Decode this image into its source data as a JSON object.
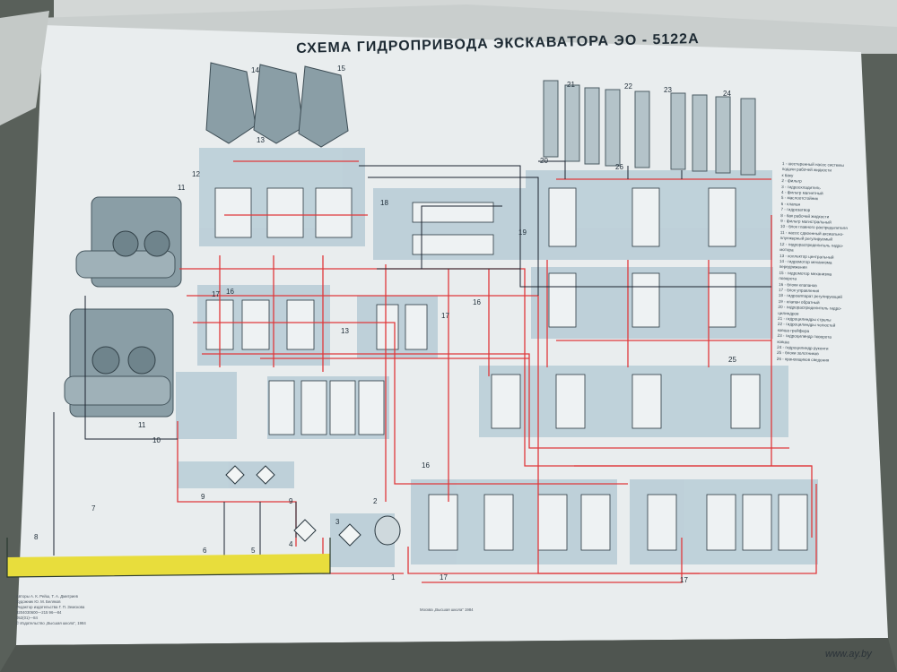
{
  "title": "СХЕМА ГИДРОПРИВОДА ЭКСКАВАТОРА ЭО - 5122А",
  "legend": [
    "1 - шестеренный насос системы",
    "подачи рабочей жидкости",
    "к баку",
    "2 - фильтр",
    "3 - гидроохладитель",
    "4 - фильтр магнитный",
    "5 - маслоотстойник",
    "6 - клапан",
    "7 - гидрозатвор",
    "8 - бак рабочей жидкости",
    "9 - фильтр магистральный",
    "10 - блок главного распределителя",
    "11 - насос сдвоенный аксиально-",
    "плунжерный регулируемый",
    "12 - гидрораспределитель гидро-",
    "мотора",
    "13 - коллектор центральный",
    "14 - гидромотор механизма",
    "передвижения",
    "15 - гидромотор механизма",
    "поворота",
    "16 - блоки клапанов",
    "17 - блок управления",
    "18 - гидроаппарат регулирующий",
    "19 - клапан обратный",
    "20 - гидрораспределитель гидро-",
    "цилиндров",
    "21 - гидроцилиндры стрелы",
    "22 - гидроцилиндры челюстей",
    "ковша грейфера",
    "23 - гидроцилиндр поворота",
    "ковша",
    "24 - гидроцилиндр рукояти",
    "25 - блоки золотников",
    "26 - крановщиков сведения"
  ],
  "labels": {
    "n1": "1",
    "n2": "2",
    "n3": "3",
    "n4": "4",
    "n5": "5",
    "n6": "6",
    "n7": "7",
    "n8": "8",
    "n9a": "9",
    "n9b": "9",
    "n10": "10",
    "n11a": "11",
    "n11b": "11",
    "n12": "12",
    "n13a": "13",
    "n13b": "13",
    "n14": "14",
    "n15": "15",
    "n16a": "16",
    "n16b": "16",
    "n16c": "16",
    "n17a": "17",
    "n17b": "17",
    "n17c": "17",
    "n17d": "17",
    "n18": "18",
    "n19": "19",
    "n20": "20",
    "n21": "21",
    "n22": "22",
    "n23": "23",
    "n24": "24",
    "n25": "25",
    "n26": "26"
  },
  "imprint": {
    "authors": "Авторы А. К. Рейш, Т. А. Дмитриев",
    "line2": "Художник Ю. М. Беляков",
    "line3": "Редактор издательства Г. П. Земскова",
    "line4": "3204030600—215  96—84",
    "line5": "052(01)—84",
    "publisher": "© Издательство „Высшая школа“, 1984",
    "center": "Москва „Высшая школа“ 1984"
  },
  "watermark": "www.ay.by",
  "colors": {
    "paper": "#e9edee",
    "pressure_line": "#e0383b",
    "drain_line": "#1c2430",
    "block_fill": "#b7ccd6",
    "tank_oil": "#e8dd3c",
    "component": "#8a9ea6"
  }
}
